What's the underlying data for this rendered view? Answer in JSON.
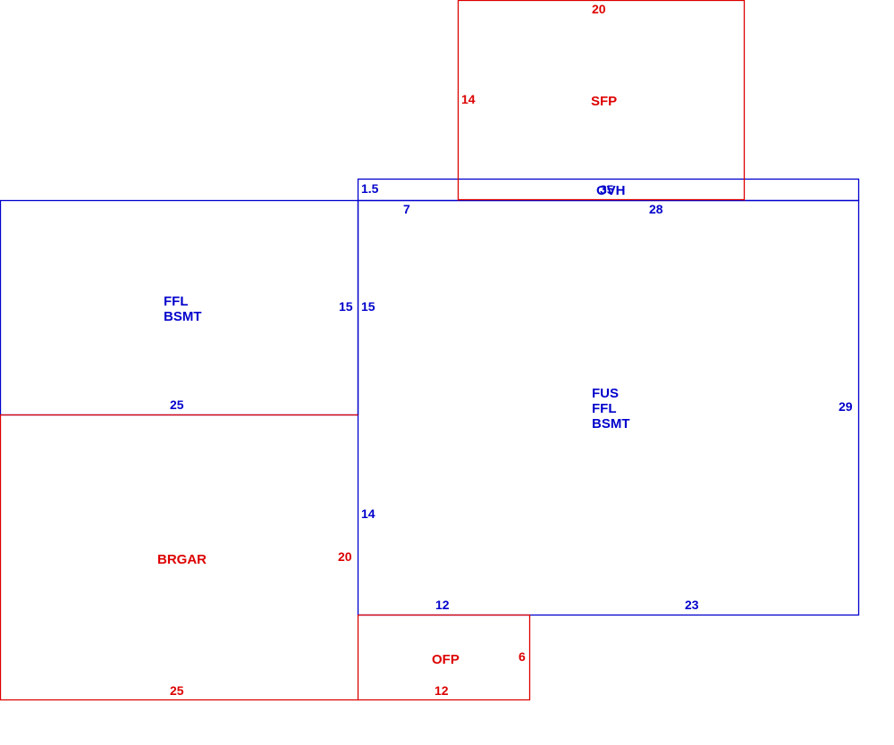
{
  "colors": {
    "blue": "#0000cc",
    "red": "#dd0000",
    "background": "#ffffff"
  },
  "areas": {
    "main": {
      "codes": [
        "FUS",
        "FFL",
        "BSMT"
      ],
      "color": "blue"
    },
    "left": {
      "codes": [
        "FFL",
        "BSMT"
      ],
      "color": "blue"
    },
    "garage": {
      "codes": [
        "BRGAR"
      ],
      "color": "red"
    },
    "porch": {
      "codes": [
        "OFP"
      ],
      "color": "red"
    },
    "sfp": {
      "codes": [
        "SFP"
      ],
      "color": "red"
    },
    "ovh": {
      "codes": [
        "OVH"
      ],
      "color": "blue"
    }
  },
  "dimensions": {
    "sfp_top": "20",
    "sfp_side": "14",
    "ovh_side": "1.5",
    "ovh_top": "35",
    "main_top_a": "7",
    "main_top_b": "28",
    "left_right": "15",
    "main_left_upper": "15",
    "left_bottom": "25",
    "main_right": "29",
    "main_left_lower": "14",
    "garage_right": "20",
    "main_bottom_a": "12",
    "main_bottom_b": "23",
    "porch_right": "6",
    "garage_bottom": "25",
    "porch_bottom": "12"
  }
}
